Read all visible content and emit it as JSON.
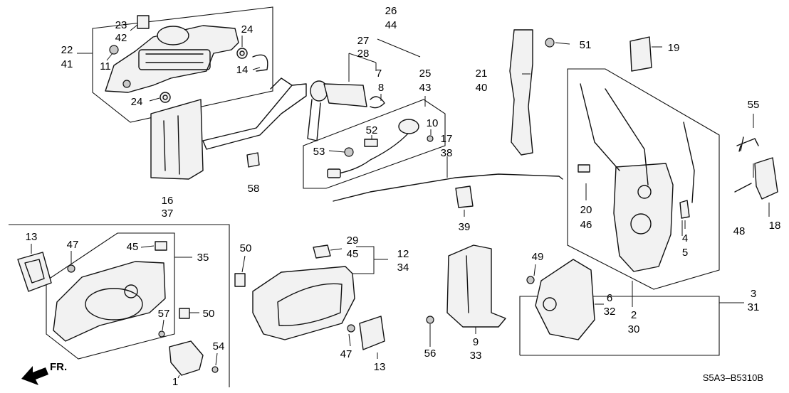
{
  "diagram_code": "S5A3–B5310B",
  "front_marker": "FR.",
  "callouts": [
    {
      "id": "c26",
      "text": "26"
    },
    {
      "id": "c44",
      "text": "44"
    },
    {
      "id": "c27",
      "text": "27"
    },
    {
      "id": "c28",
      "text": "28"
    },
    {
      "id": "c7",
      "text": "7"
    },
    {
      "id": "c8",
      "text": "8"
    },
    {
      "id": "c25",
      "text": "25"
    },
    {
      "id": "c43",
      "text": "43"
    },
    {
      "id": "c10",
      "text": "10"
    },
    {
      "id": "c52",
      "text": "52"
    },
    {
      "id": "c53",
      "text": "53"
    },
    {
      "id": "c58",
      "text": "58"
    },
    {
      "id": "c22",
      "text": "22"
    },
    {
      "id": "c41",
      "text": "41"
    },
    {
      "id": "c23",
      "text": "23"
    },
    {
      "id": "c42",
      "text": "42"
    },
    {
      "id": "c11",
      "text": "11"
    },
    {
      "id": "c24a",
      "text": "24"
    },
    {
      "id": "c14",
      "text": "14"
    },
    {
      "id": "c24b",
      "text": "24"
    },
    {
      "id": "c16",
      "text": "16"
    },
    {
      "id": "c37",
      "text": "37"
    },
    {
      "id": "c21",
      "text": "21"
    },
    {
      "id": "c40",
      "text": "40"
    },
    {
      "id": "c51",
      "text": "51"
    },
    {
      "id": "c19",
      "text": "19"
    },
    {
      "id": "c17",
      "text": "17"
    },
    {
      "id": "c38",
      "text": "38"
    },
    {
      "id": "c39",
      "text": "39"
    },
    {
      "id": "c55",
      "text": "55"
    },
    {
      "id": "c20",
      "text": "20"
    },
    {
      "id": "c46",
      "text": "46"
    },
    {
      "id": "c4",
      "text": "4"
    },
    {
      "id": "c5",
      "text": "5"
    },
    {
      "id": "c48",
      "text": "48"
    },
    {
      "id": "c18",
      "text": "18"
    },
    {
      "id": "c13a",
      "text": "13"
    },
    {
      "id": "c47a",
      "text": "47"
    },
    {
      "id": "c45a",
      "text": "45"
    },
    {
      "id": "c35",
      "text": "35"
    },
    {
      "id": "c50a",
      "text": "50"
    },
    {
      "id": "c50b",
      "text": "50"
    },
    {
      "id": "c57",
      "text": "57"
    },
    {
      "id": "c54",
      "text": "54"
    },
    {
      "id": "c1",
      "text": "1"
    },
    {
      "id": "c29",
      "text": "29"
    },
    {
      "id": "c45b",
      "text": "45"
    },
    {
      "id": "c12",
      "text": "12"
    },
    {
      "id": "c34",
      "text": "34"
    },
    {
      "id": "c47b",
      "text": "47"
    },
    {
      "id": "c13b",
      "text": "13"
    },
    {
      "id": "c56",
      "text": "56"
    },
    {
      "id": "c9",
      "text": "9"
    },
    {
      "id": "c33",
      "text": "33"
    },
    {
      "id": "c49",
      "text": "49"
    },
    {
      "id": "c6",
      "text": "6"
    },
    {
      "id": "c32",
      "text": "32"
    },
    {
      "id": "c2",
      "text": "2"
    },
    {
      "id": "c30",
      "text": "30"
    },
    {
      "id": "c3",
      "text": "3"
    },
    {
      "id": "c31",
      "text": "31"
    }
  ]
}
